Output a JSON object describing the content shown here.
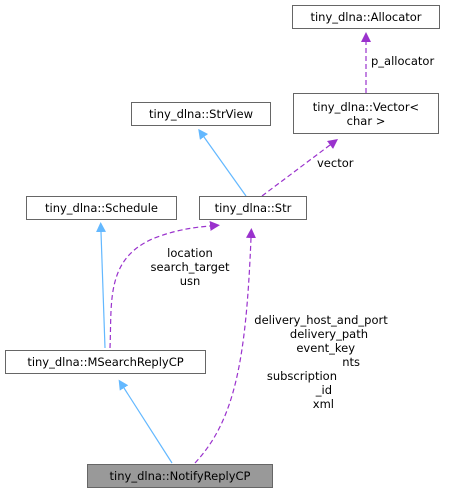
{
  "colors": {
    "inheritance_edge": "#63b8ff",
    "usage_edge": "#9a32cd",
    "focus_node_fill": "#999999",
    "node_border": "#666666"
  },
  "nodes": {
    "allocator": "tiny_dlna::Allocator",
    "vector_line1": "tiny_dlna::Vector<",
    "vector_line2": "char >",
    "strview": "tiny_dlna::StrView",
    "str": "tiny_dlna::Str",
    "schedule": "tiny_dlna::Schedule",
    "msearch": "tiny_dlna::MSearchReplyCP",
    "notify": "tiny_dlna::NotifyReplyCP"
  },
  "edge_labels": {
    "p_allocator": "p_allocator",
    "vector": "vector",
    "msearch_members": [
      "location",
      "search_target",
      "usn"
    ],
    "notify_members": [
      "delivery_host_and_port",
      "delivery_path",
      "event_key",
      "nts",
      "subscription",
      "_id",
      "xml"
    ]
  }
}
